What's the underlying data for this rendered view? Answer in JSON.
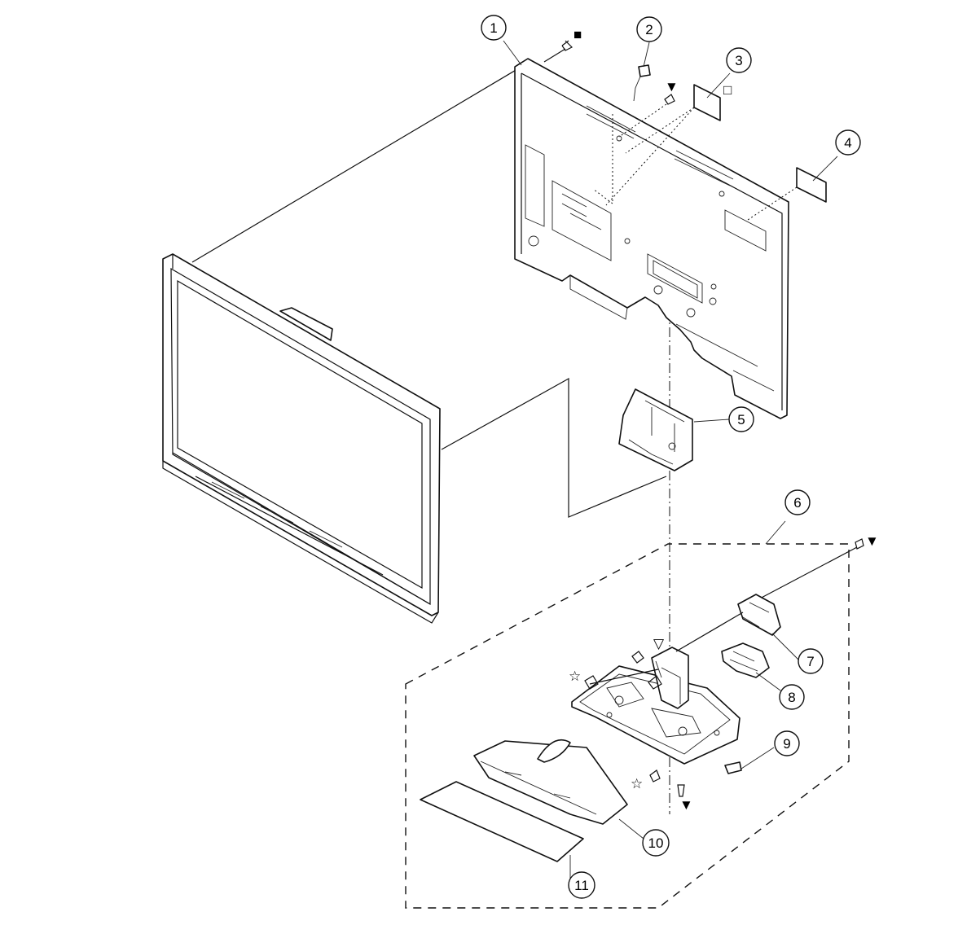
{
  "callouts": [
    {
      "id": "1",
      "label": "1"
    },
    {
      "id": "2",
      "label": "2"
    },
    {
      "id": "3",
      "label": "3"
    },
    {
      "id": "4",
      "label": "4"
    },
    {
      "id": "5",
      "label": "5"
    },
    {
      "id": "6",
      "label": "6"
    },
    {
      "id": "7",
      "label": "7"
    },
    {
      "id": "8",
      "label": "8"
    },
    {
      "id": "9",
      "label": "9"
    },
    {
      "id": "10",
      "label": "10"
    },
    {
      "id": "11",
      "label": "11"
    }
  ],
  "symbols": {
    "filled_square": "■",
    "open_square": "□",
    "filled_triangle": "▼",
    "open_triangle": "▽",
    "open_star": "☆"
  },
  "colors": {
    "line": "#111111",
    "background": "#ffffff"
  }
}
